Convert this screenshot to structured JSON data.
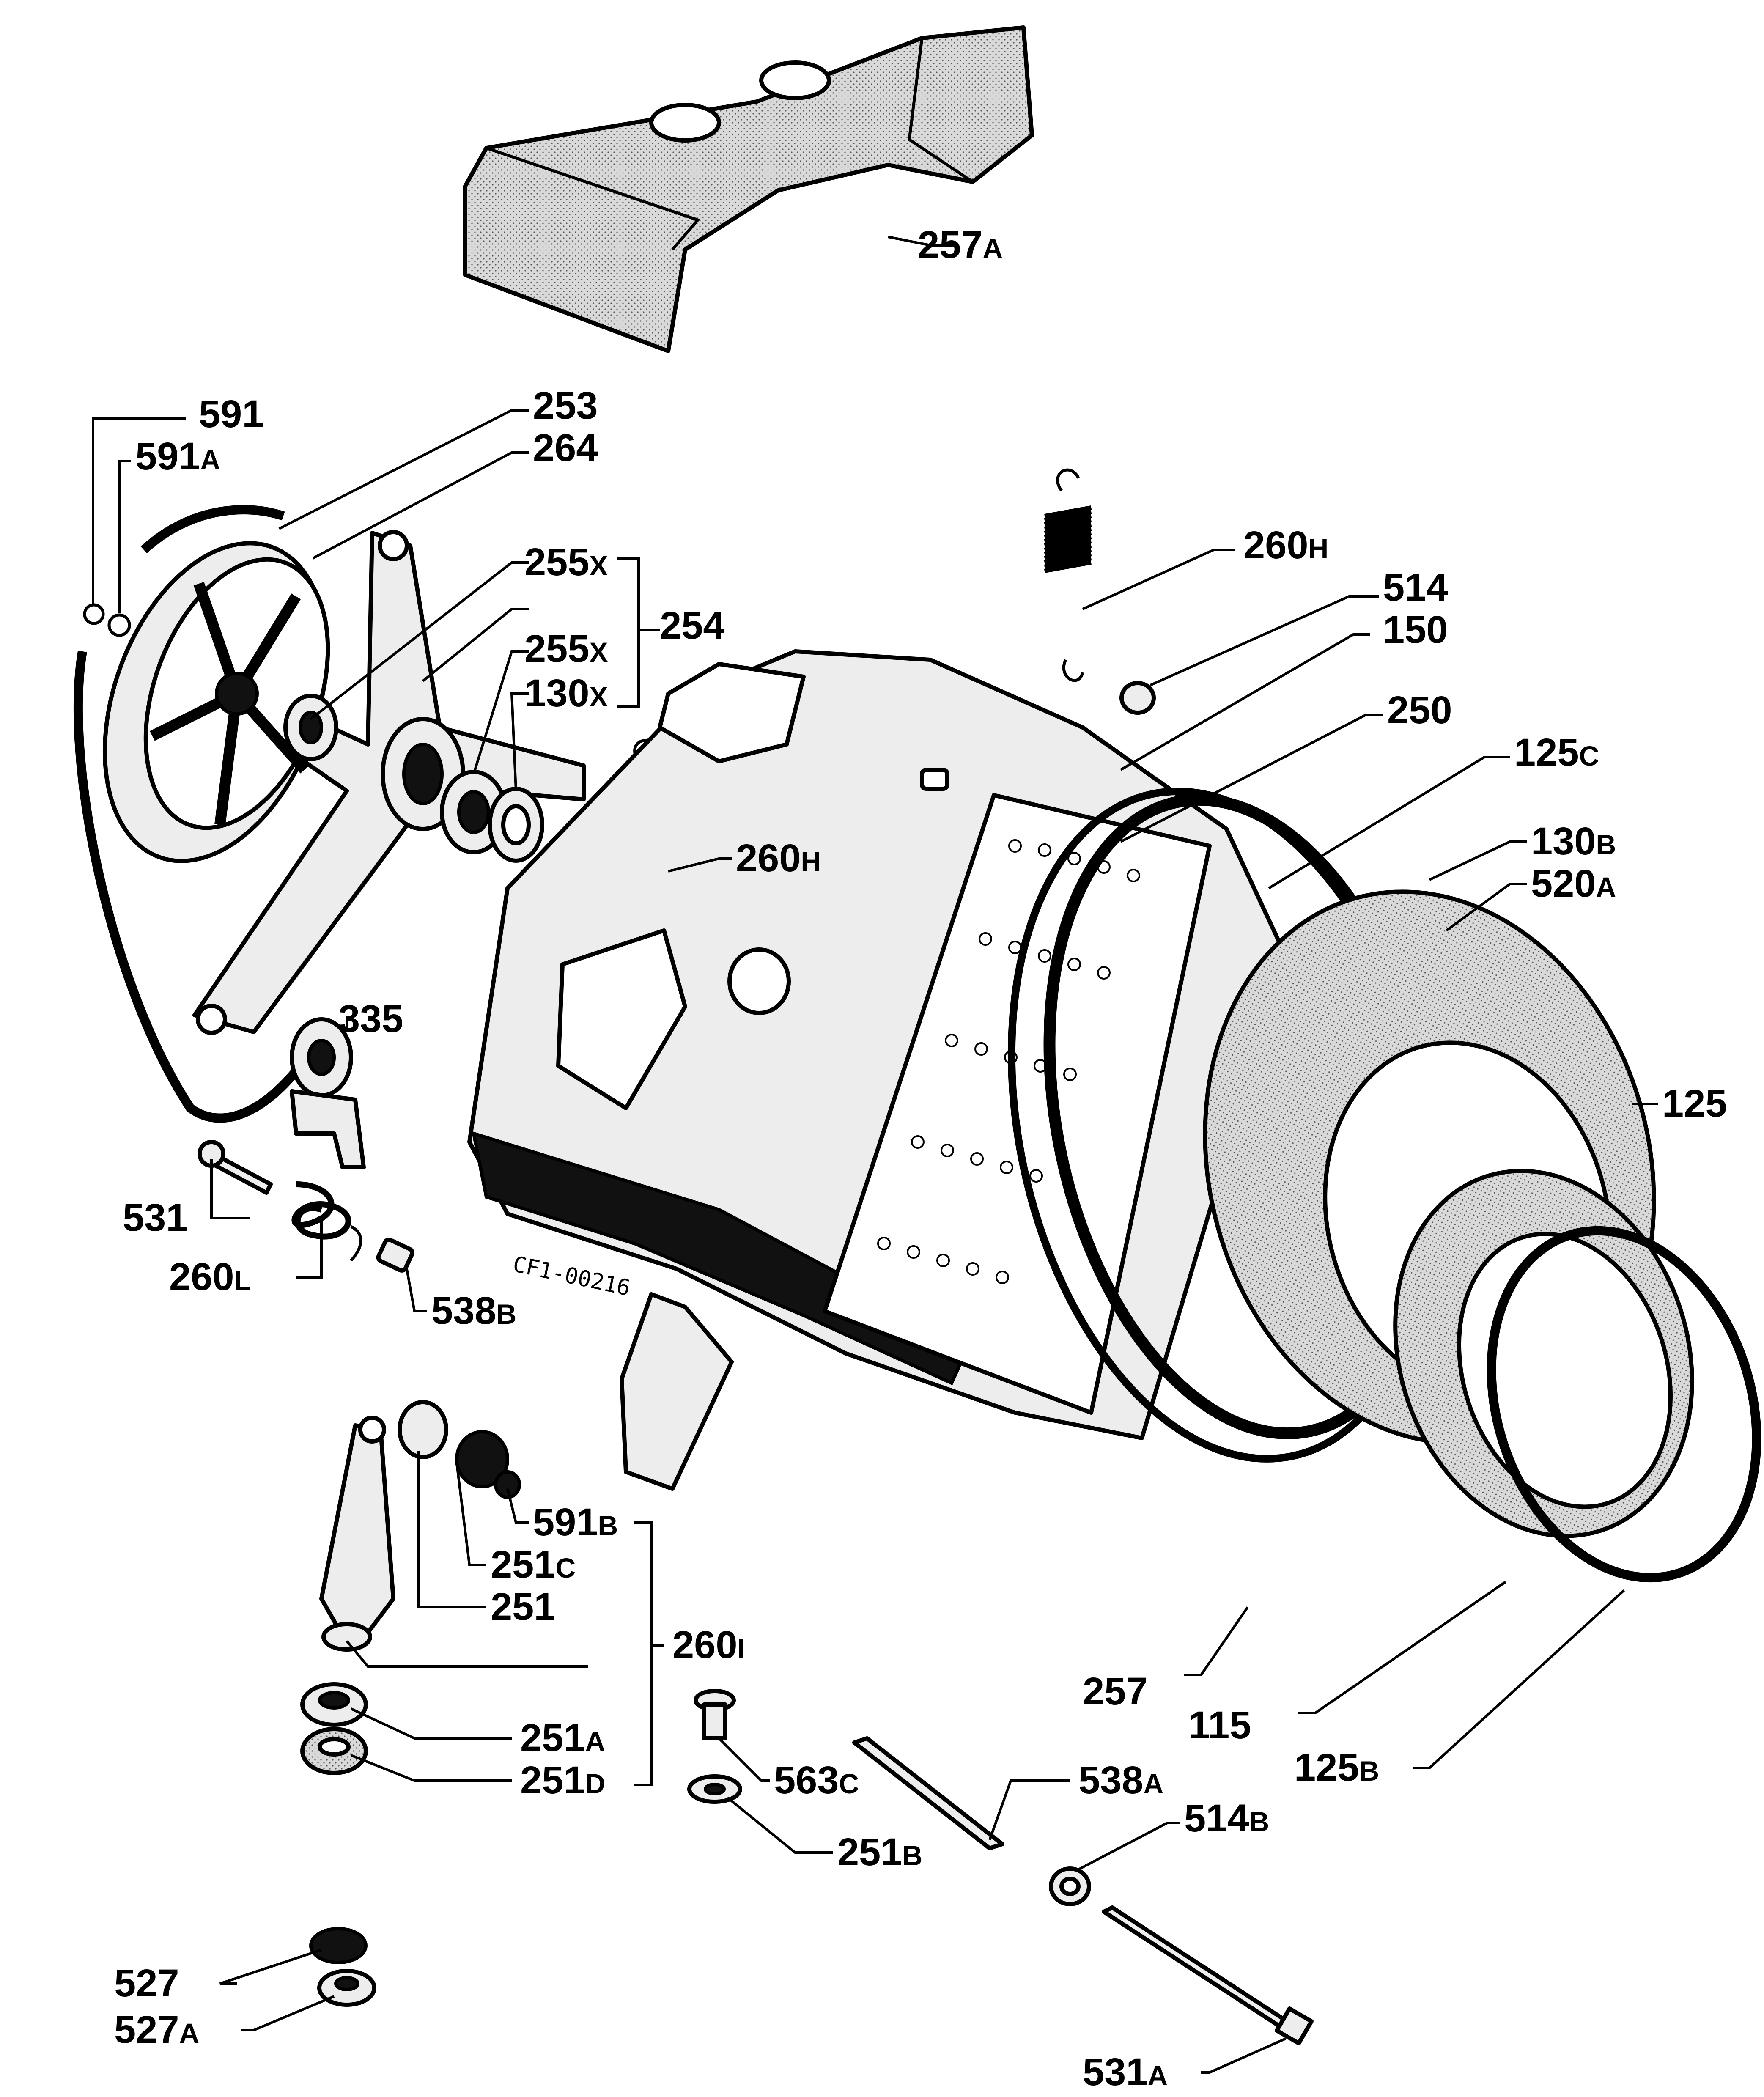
{
  "labels": {
    "p257A": {
      "num": "257",
      "suf": "A"
    },
    "p591": {
      "num": "591",
      "suf": ""
    },
    "p591A": {
      "num": "591",
      "suf": "A"
    },
    "p253": {
      "num": "253",
      "suf": ""
    },
    "p264": {
      "num": "264",
      "suf": ""
    },
    "p255x1": {
      "num": "255",
      "suf": "X"
    },
    "p254": {
      "num": "254",
      "suf": ""
    },
    "p255x2": {
      "num": "255",
      "suf": "X"
    },
    "p130x": {
      "num": "130",
      "suf": "X"
    },
    "p260H1": {
      "num": "260",
      "suf": "H"
    },
    "p514": {
      "num": "514",
      "suf": ""
    },
    "p150": {
      "num": "150",
      "suf": ""
    },
    "p250": {
      "num": "250",
      "suf": ""
    },
    "p125C": {
      "num": "125",
      "suf": "C"
    },
    "p260H2": {
      "num": "260",
      "suf": "H"
    },
    "p130B": {
      "num": "130",
      "suf": "B"
    },
    "p520A": {
      "num": "520",
      "suf": "A"
    },
    "p335": {
      "num": "335",
      "suf": ""
    },
    "p125": {
      "num": "125",
      "suf": ""
    },
    "p531": {
      "num": "531",
      "suf": ""
    },
    "p260L": {
      "num": "260",
      "suf": "L"
    },
    "p538B": {
      "num": "538",
      "suf": "B"
    },
    "p591B": {
      "num": "591",
      "suf": "B"
    },
    "p251C": {
      "num": "251",
      "suf": "C"
    },
    "p251": {
      "num": "251",
      "suf": ""
    },
    "p260I": {
      "num": "260",
      "suf": "I"
    },
    "p257": {
      "num": "257",
      "suf": ""
    },
    "p115": {
      "num": "115",
      "suf": ""
    },
    "p125B": {
      "num": "125",
      "suf": "B"
    },
    "p251A": {
      "num": "251",
      "suf": "A"
    },
    "p563C": {
      "num": "563",
      "suf": "C"
    },
    "p538A": {
      "num": "538",
      "suf": "A"
    },
    "p251D": {
      "num": "251",
      "suf": "D"
    },
    "p514B": {
      "num": "514",
      "suf": "B"
    },
    "p251B": {
      "num": "251",
      "suf": "B"
    },
    "p527": {
      "num": "527",
      "suf": ""
    },
    "p527A": {
      "num": "527",
      "suf": "A"
    },
    "p531A": {
      "num": "531",
      "suf": "A"
    }
  },
  "stamp": "CF1-00216"
}
